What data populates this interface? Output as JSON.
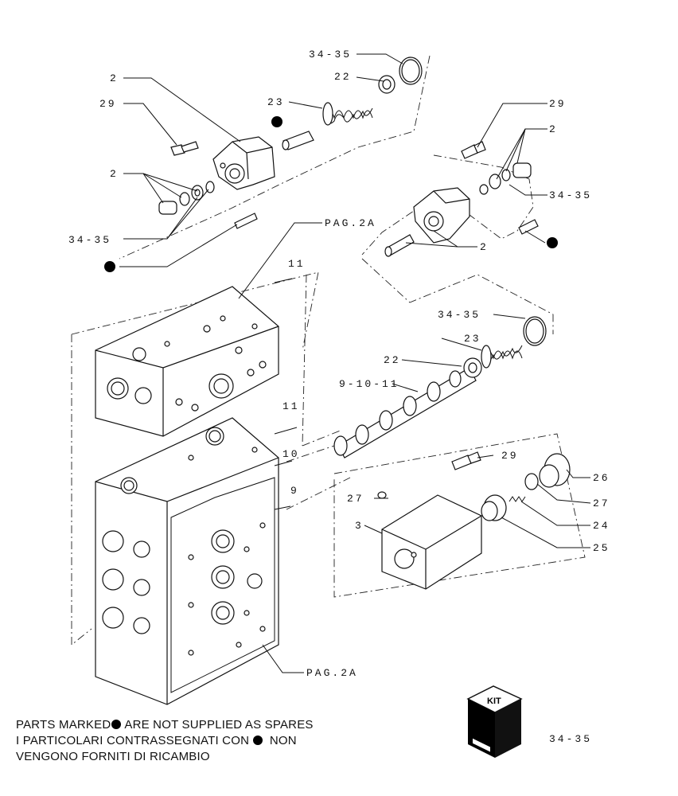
{
  "labels": {
    "l1": "34-35",
    "l2": "22",
    "l3": "2",
    "l4": "29",
    "l5": "23",
    "l6": "2",
    "l7": "34-35",
    "l8": "PAG.2A",
    "l9": "29",
    "l10": "2",
    "l11": "34-35",
    "l12": "2",
    "l13": "11",
    "l14": "34-35",
    "l15": "23",
    "l16": "22",
    "l17": "9-10-11",
    "l18": "11",
    "l19": "10",
    "l20": "9",
    "l21": "29",
    "l22": "26",
    "l23": "27",
    "l24": "27",
    "l25": "3",
    "l26": "24",
    "l27": "25",
    "l28": "PAG.2A"
  },
  "notes": {
    "line1_a": "PARTS MARKED",
    "line1_b": "ARE NOT SUPPLIED AS SPARES",
    "line2_a": "I PARTICOLARI CONTRASSEGNATI CON",
    "line2_b": "NON",
    "line3": "VENGONO FORNITI DI RICAMBIO"
  },
  "kit": {
    "label": "KIT",
    "ref": "34-35"
  },
  "colors": {
    "ink": "#111111",
    "marker": "#000000",
    "background": "#ffffff"
  }
}
